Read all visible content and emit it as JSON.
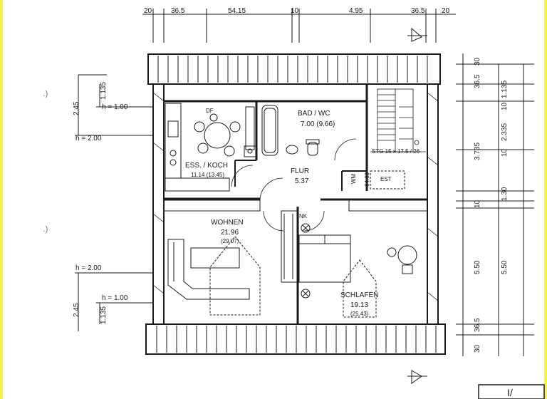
{
  "rooms": {
    "bad": {
      "name": "BAD / WC",
      "area": "7.00",
      "area2": "(9.66)",
      "tag": "DF"
    },
    "kitchen": {
      "name": "ESS. / KOCH",
      "area": "11.14",
      "area2": "(13.45)"
    },
    "flur": {
      "name": "FLUR",
      "area": "5.37"
    },
    "wohnen": {
      "name": "WOHNEN",
      "area": "21.96",
      "area2": "(29.07)"
    },
    "schlafen": {
      "name": "SCHLAFEN",
      "area": "19.13",
      "area2": "(25.43)"
    },
    "stair": {
      "label": "STG 15 x 17.5 / 26"
    },
    "est": {
      "label": "EST"
    },
    "wm": {
      "label": "WM",
      "size": "64.60"
    },
    "nk": {
      "label": "NK"
    }
  },
  "dims_top": [
    "20",
    "36.5",
    "54.15",
    "10",
    "4.95",
    "36.5",
    "20"
  ],
  "dims_right_a": [
    "30",
    "36.5",
    "1.135",
    "10",
    "2.335",
    "3.735",
    "10",
    "1.30",
    "10",
    "5.50",
    "36.5",
    "30"
  ],
  "dims_right_b": [
    "5.50"
  ],
  "heights_left": {
    "upper": {
      "h1": "h = 1.00",
      "h2": "h = 2.00",
      "d1": "1.135",
      "d2": "2.45"
    },
    "lower": {
      "h1": "h = 2.00",
      "h2": "h = 1.00",
      "d1": "1.135",
      "d2": "2.45"
    }
  },
  "corner_text": "I/"
}
